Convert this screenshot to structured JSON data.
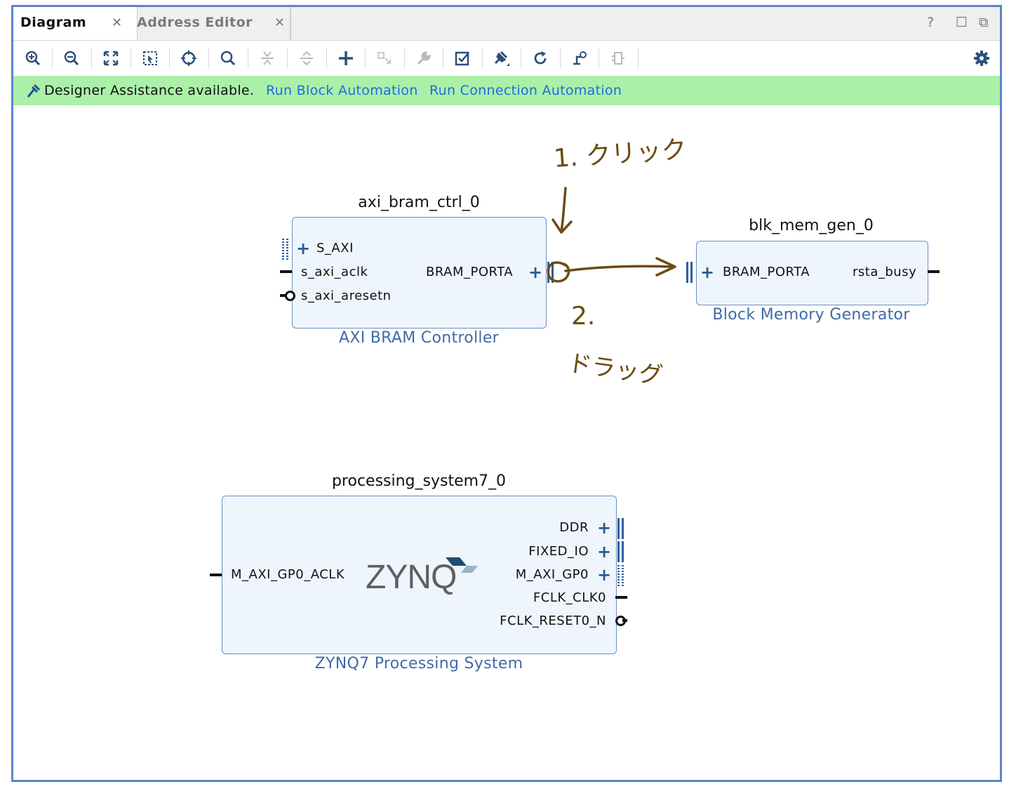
{
  "tabs": [
    {
      "label": "Diagram",
      "active": true
    },
    {
      "label": "Address Editor",
      "active": false
    }
  ],
  "window_controls": {
    "help": "?",
    "restore": "☐",
    "float": "⧉"
  },
  "toolbar": {
    "icons": [
      "zoom-in-icon",
      "zoom-out-icon",
      "fit-view-icon",
      "zoom-area-icon",
      "center-icon",
      "search-icon",
      "collapse-icon",
      "expand-icon",
      "add-ip-icon",
      "make-connection-icon",
      "properties-icon",
      "validate-icon",
      "pin-icon",
      "regenerate-icon",
      "optimize-routing-icon",
      "create-hierarchy-icon",
      "settings-icon"
    ]
  },
  "assistance": {
    "message": "Designer Assistance available.",
    "link_block": "Run Block Automation",
    "link_connection": "Run Connection Automation"
  },
  "blocks": {
    "bram_ctrl": {
      "instance": "axi_bram_ctrl_0",
      "ip": "AXI BRAM Controller",
      "ports_left": [
        "S_AXI",
        "s_axi_aclk",
        "s_axi_aresetn"
      ],
      "ports_right": [
        "BRAM_PORTA"
      ]
    },
    "blk_mem": {
      "instance": "blk_mem_gen_0",
      "ip": "Block Memory Generator",
      "ports_left": [
        "BRAM_PORTA"
      ],
      "ports_right": [
        "rsta_busy"
      ]
    },
    "ps7": {
      "instance": "processing_system7_0",
      "ip": "ZYNQ7 Processing System",
      "logo": "ZYNQ",
      "ports_left": [
        "M_AXI_GP0_ACLK"
      ],
      "ports_right": [
        "DDR",
        "FIXED_IO",
        "M_AXI_GP0",
        "FCLK_CLK0",
        "FCLK_RESET0_N"
      ]
    }
  },
  "annotations": {
    "step1": "1. クリック",
    "step2_num": "2.",
    "step2_text": "ドラッグ"
  },
  "colors": {
    "frame": "#5b86c9",
    "assist_bg": "#aaf0a9",
    "link": "#1d6de0",
    "block_fill": "#eef5fc",
    "block_border": "#6c8fbf",
    "ip_name": "#4169a9",
    "annotation": "#6b4c12"
  }
}
